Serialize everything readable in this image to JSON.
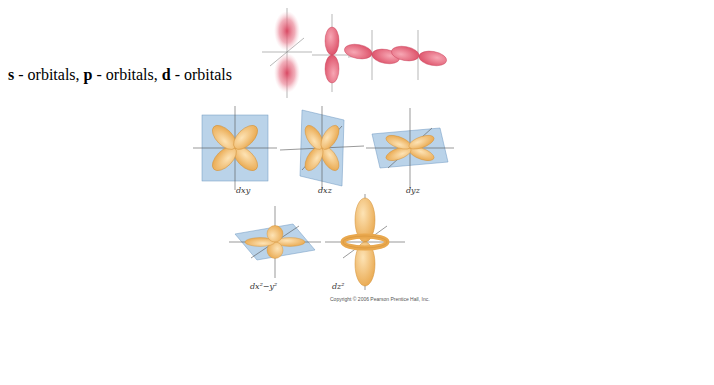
{
  "diagram": {
    "labels": [
      "s",
      "- orbitals,",
      "p",
      "- orbitals,",
      "d",
      "- orbitals",
      "dxy",
      "dxz",
      "dyz",
      "dx²−y²",
      "dz²",
      "Copyright © 2006 Pearson Prentice Hall, Inc."
    ]
  }
}
